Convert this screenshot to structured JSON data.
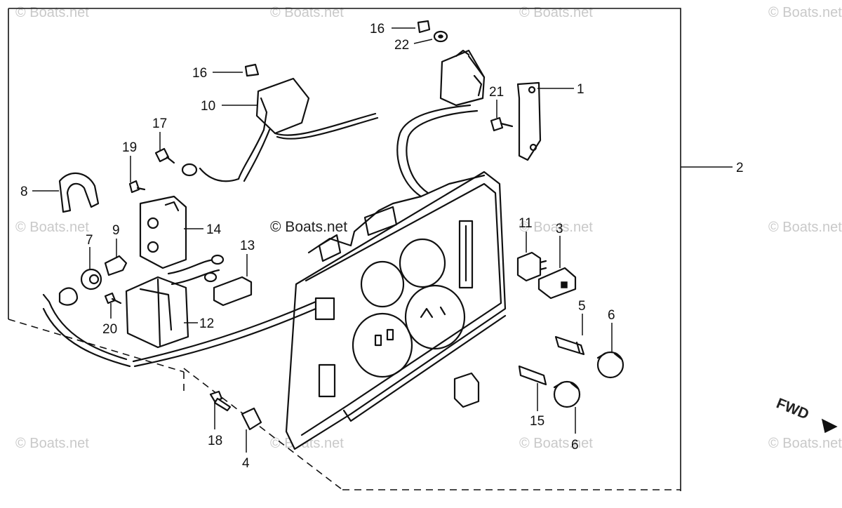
{
  "watermark": "© Boats.net",
  "center_watermark": "© Boats.net",
  "fwd_label": "FWD",
  "callouts": {
    "c1": "1",
    "c2": "2",
    "c3": "3",
    "c4": "4",
    "c5": "5",
    "c6a": "6",
    "c6b": "6",
    "c7": "7",
    "c8": "8",
    "c9": "9",
    "c10": "10",
    "c11": "11",
    "c12": "12",
    "c13": "13",
    "c14": "14",
    "c15": "15",
    "c16a": "16",
    "c16b": "16",
    "c17": "17",
    "c18": "18",
    "c19": "19",
    "c20": "20",
    "c21": "21",
    "c22": "22"
  }
}
